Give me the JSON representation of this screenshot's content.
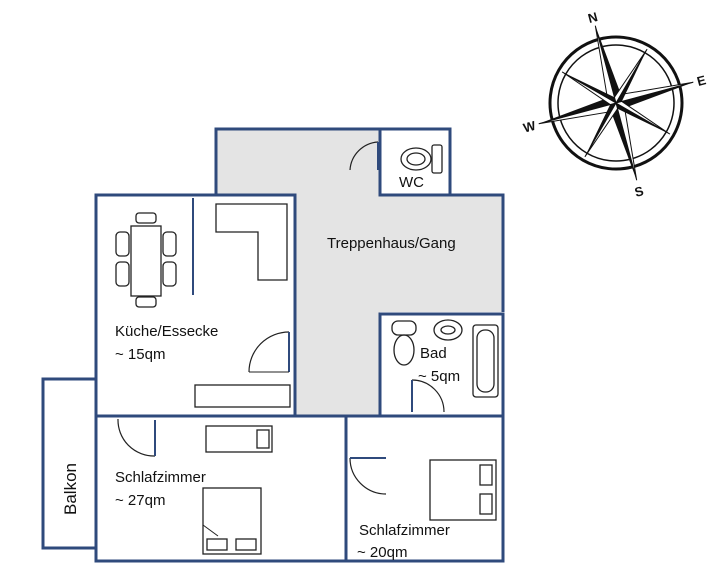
{
  "plan": {
    "rooms": {
      "hall": {
        "label": "Treppenhaus/Gang"
      },
      "wc": {
        "label": "WC"
      },
      "kitchen": {
        "label": "Küche/Essecke",
        "area": "~ 15qm"
      },
      "bath": {
        "label": "Bad",
        "area": "~ 5qm"
      },
      "bedroom_left": {
        "label": "Schlafzimmer",
        "area": "~ 27qm"
      },
      "bedroom_right": {
        "label": "Schlafzimmer",
        "area": "~ 20qm"
      },
      "balcony": {
        "label": "Balkon"
      }
    },
    "colors": {
      "wall": "#2f4a7c",
      "hall_floor": "#e4e4e4",
      "furniture": "#222222"
    }
  },
  "compass": {
    "north": "N",
    "east": "E",
    "south": "S",
    "west": "W"
  }
}
